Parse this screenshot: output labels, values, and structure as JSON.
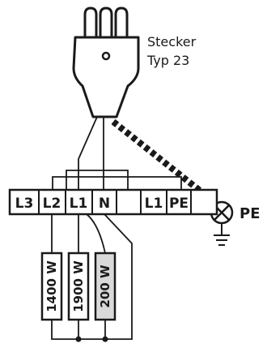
{
  "plug": {
    "label_line1": "Stecker",
    "label_line2": "Typ 23"
  },
  "terminals": [
    "L3",
    "L2",
    "L1",
    "N",
    "L1",
    "PE"
  ],
  "earth": {
    "label": "PE"
  },
  "resistors": [
    {
      "label": "1400 W",
      "shaded": false
    },
    {
      "label": "1900 W",
      "shaded": false
    },
    {
      "label": "200 W",
      "shaded": true
    }
  ],
  "colors": {
    "line": "#1a1a1a",
    "resistor_shaded": "#d9d9d9",
    "background": "#ffffff"
  }
}
